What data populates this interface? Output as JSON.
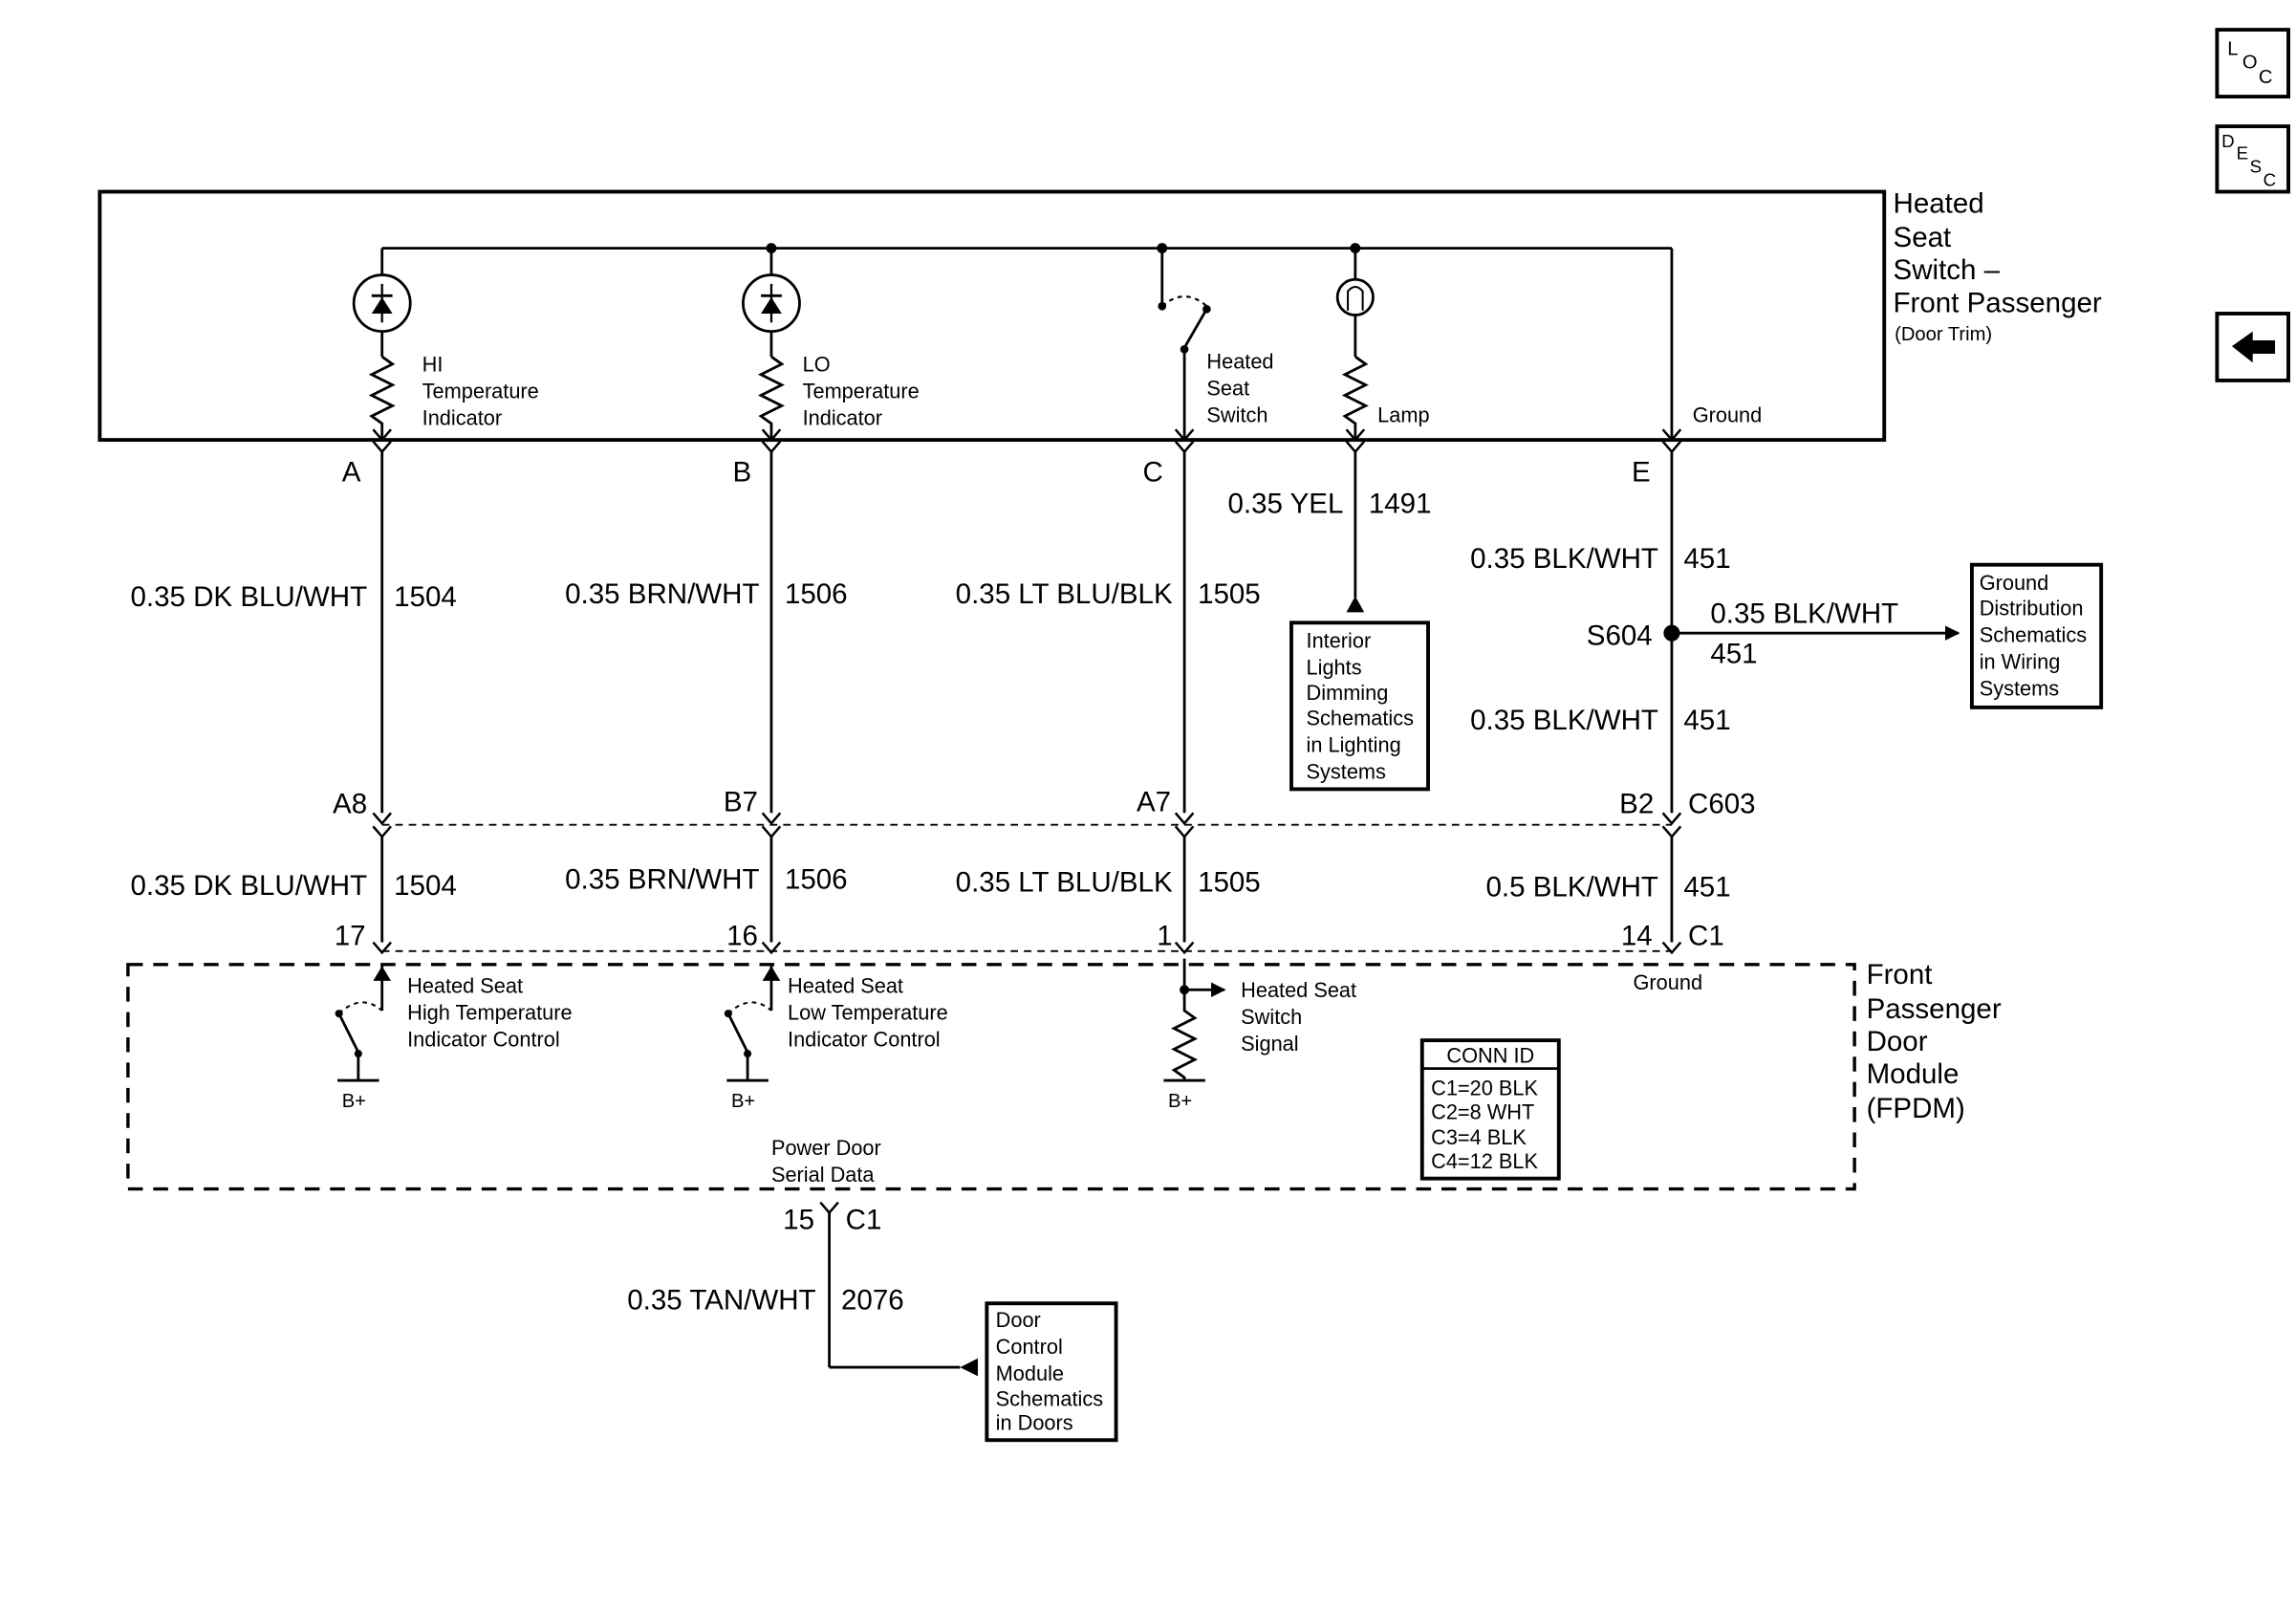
{
  "nav": {
    "loc": {
      "l1": "L",
      "l2": "O",
      "l3": "C"
    },
    "desc": {
      "l1": "D",
      "l2": "E",
      "l3": "S",
      "l4": "C"
    },
    "back_icon": "left-arrow-icon"
  },
  "switch_assembly": {
    "title_lines": [
      "Heated",
      "Seat",
      "Switch –",
      "Front Passenger"
    ],
    "subtitle": "(Door Trim)",
    "hi_indicator": [
      "HI",
      "Temperature",
      "Indicator"
    ],
    "lo_indicator": [
      "LO",
      "Temperature",
      "Indicator"
    ],
    "heated_switch": [
      "Heated",
      "Seat",
      "Switch"
    ],
    "lamp": "Lamp",
    "ground": "Ground",
    "pins": [
      "A",
      "B",
      "C",
      "E"
    ]
  },
  "upper_wires": {
    "a": {
      "color": "0.35 DK BLU/WHT",
      "circuit": "1504"
    },
    "b": {
      "color": "0.35 BRN/WHT",
      "circuit": "1506"
    },
    "c": {
      "color": "0.35 LT BLU/BLK",
      "circuit": "1505"
    },
    "lamp": {
      "color": "0.35 YEL",
      "circuit": "1491"
    },
    "e_top": {
      "color": "0.35 BLK/WHT",
      "circuit": "451"
    },
    "e_mid": {
      "color": "0.35 BLK/WHT",
      "circuit": "451"
    }
  },
  "splice": {
    "name": "S604",
    "branch_color": "0.35 BLK/WHT",
    "branch_circuit": "451"
  },
  "ref_boxes": {
    "interior_lights": [
      "Interior",
      "Lights",
      "Dimming",
      "Schematics",
      "in Lighting",
      "Systems"
    ],
    "ground_distribution": [
      "Ground",
      "Distribution",
      "Schematics",
      "in Wiring",
      "Systems"
    ],
    "door_control": [
      "Door",
      "Control",
      "Module",
      "Schematics",
      "in Doors"
    ]
  },
  "c603": {
    "name": "C603",
    "pins": [
      "A8",
      "B7",
      "A7",
      "B2"
    ]
  },
  "lower_wires": {
    "a": {
      "color": "0.35 DK BLU/WHT",
      "circuit": "1504"
    },
    "b": {
      "color": "0.35 BRN/WHT",
      "circuit": "1506"
    },
    "c": {
      "color": "0.35 LT BLU/BLK",
      "circuit": "1505"
    },
    "e": {
      "color": "0.5 BLK/WHT",
      "circuit": "451"
    }
  },
  "fpdm": {
    "title_lines": [
      "Front",
      "Passenger",
      "Door",
      "Module",
      "(FPDM)"
    ],
    "connector": "C1",
    "pins": [
      "17",
      "16",
      "1",
      "14"
    ],
    "hi_control": [
      "Heated Seat",
      "High Temperature",
      "Indicator Control"
    ],
    "lo_control": [
      "Heated Seat",
      "Low Temperature",
      "Indicator Control"
    ],
    "switch_signal": [
      "Heated Seat",
      "Switch",
      "Signal"
    ],
    "ground": "Ground",
    "bplus": "B+",
    "serial_data": [
      "Power Door",
      "Serial Data"
    ],
    "serial_pin": "15",
    "serial_connector": "C1",
    "conn_id": {
      "title": "CONN ID",
      "rows": [
        "C1=20 BLK",
        "C2=8 WHT",
        "C3=4 BLK",
        "C4=12 BLK"
      ]
    }
  },
  "serial_wire": {
    "color": "0.35 TAN/WHT",
    "circuit": "2076"
  }
}
